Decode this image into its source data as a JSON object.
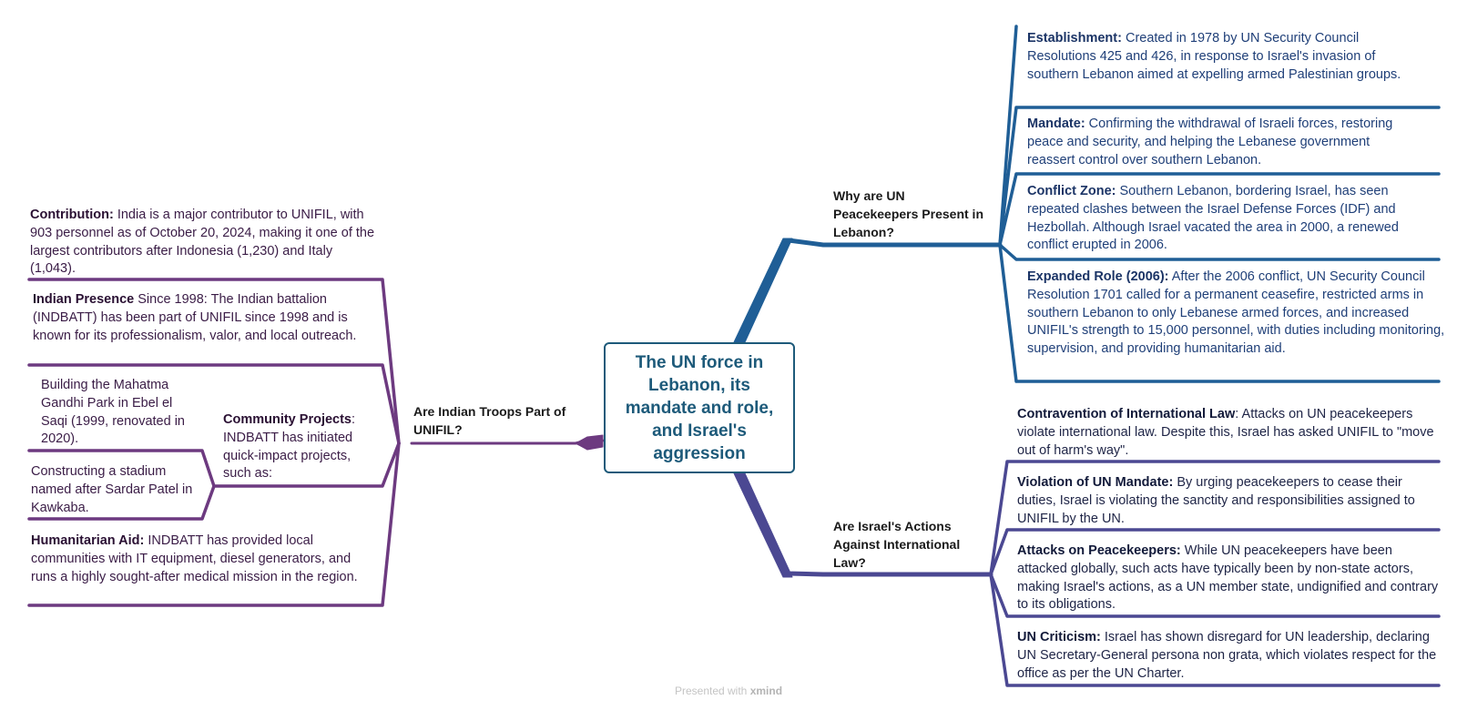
{
  "central_topic": "The UN force in Lebanon, its mandate and role, and Israel's aggression",
  "colors": {
    "left_branch": "#6d3a80",
    "top_right_branch": "#1f5e96",
    "bottom_right_branch": "#4b4892",
    "central_border": "#1d5a7a"
  },
  "branches": {
    "left": {
      "topic": "Are Indian Troops Part of UNIFIL?",
      "items": [
        {
          "label": "Contribution:",
          "text": " India is a major contributor to UNIFIL, with 903 personnel as of October 20, 2024, making it one of the largest contributors after Indonesia (1,230) and Italy (1,043)."
        },
        {
          "label": "Indian Presence",
          "text": " Since 1998: The Indian battalion (INDBATT) has been part of UNIFIL since 1998 and is known for its professionalism, valor, and local outreach."
        },
        {
          "label": "Community Projects",
          "text": ": INDBATT has initiated quick-impact projects, such as:",
          "children": [
            "Building the Mahatma Gandhi Park in Ebel el Saqi (1999, renovated in 2020).",
            "Constructing a stadium named after Sardar Patel in Kawkaba."
          ]
        },
        {
          "label": "Humanitarian Aid:",
          "text": " INDBATT has provided local communities with IT equipment, diesel generators, and runs a highly sought-after medical mission in the region."
        }
      ]
    },
    "top_right": {
      "topic": "Why are UN Peacekeepers Present in Lebanon?",
      "items": [
        {
          "label": "Establishment:",
          "text": " Created in 1978 by UN Security Council Resolutions 425 and 426, in response to Israel's invasion of southern Lebanon aimed at expelling armed Palestinian groups."
        },
        {
          "label": "Mandate:",
          "text": " Confirming the withdrawal of Israeli forces, restoring peace and security, and helping the Lebanese government reassert control over southern Lebanon."
        },
        {
          "label": "Conflict Zone:",
          "text": " Southern Lebanon, bordering Israel, has seen repeated clashes between the Israel Defense Forces (IDF) and Hezbollah. Although Israel vacated the area in 2000, a renewed conflict erupted in 2006."
        },
        {
          "label": "Expanded Role (2006):",
          "text": " After the 2006 conflict, UN Security Council Resolution 1701 called for a permanent ceasefire, restricted arms in southern Lebanon to only Lebanese armed forces, and increased UNIFIL's strength to 15,000 personnel, with duties including monitoring, supervision, and providing humanitarian aid."
        }
      ]
    },
    "bottom_right": {
      "topic": "Are Israel's Actions Against International Law?",
      "items": [
        {
          "label": "Contravention of International Law",
          "text": ": Attacks on UN peacekeepers violate international law. Despite this, Israel has asked UNIFIL to \"move out of harm's way\"."
        },
        {
          "label": "Violation of UN Mandate:",
          "text": " By urging peacekeepers to cease their duties, Israel is violating the sanctity and responsibilities assigned to UNIFIL by the UN."
        },
        {
          "label": "Attacks on Peacekeepers:",
          "text": " While UN peacekeepers have been attacked globally, such acts have typically been by non-state actors, making Israel's actions, as a UN member state, undignified and contrary to its obligations."
        },
        {
          "label": "UN Criticism:",
          "text": " Israel has shown disregard for UN leadership, declaring UN Secretary-General persona non grata, which violates respect for the office as per the UN Charter."
        }
      ]
    }
  },
  "footer": {
    "prefix": "Presented with ",
    "brand": "xmind"
  }
}
